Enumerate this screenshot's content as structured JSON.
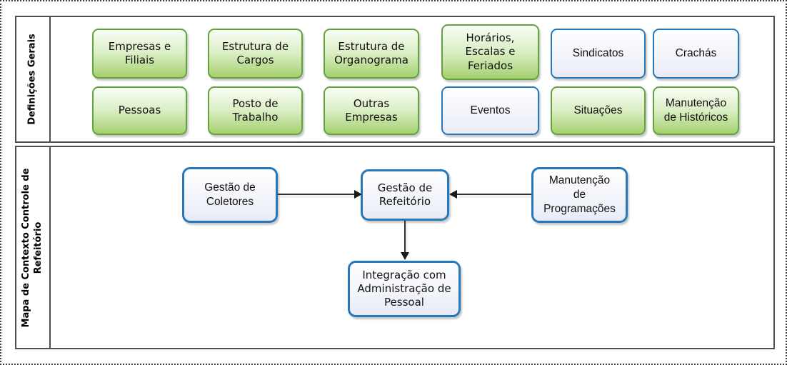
{
  "top_lane": {
    "label": "Definições Gerais",
    "boxes": [
      {
        "id": "empresas-e-filiais",
        "label": "Empresas e\nFiliais",
        "style": "green"
      },
      {
        "id": "estrutura-de-cargos",
        "label": "Estrutura de\nCargos",
        "style": "green"
      },
      {
        "id": "estrutura-de-organograma",
        "label": "Estrutura de\nOrganograma",
        "style": "green"
      },
      {
        "id": "horarios-escalas-feriados",
        "label": "Horários,\nEscalas e\nFeriados",
        "style": "green"
      },
      {
        "id": "sindicatos",
        "label": "Sindicatos",
        "style": "blue"
      },
      {
        "id": "crachas",
        "label": "Crachás",
        "style": "blue"
      },
      {
        "id": "pessoas",
        "label": "Pessoas",
        "style": "green"
      },
      {
        "id": "posto-de-trabalho",
        "label": "Posto de\nTrabalho",
        "style": "green"
      },
      {
        "id": "outras-empresas",
        "label": "Outras\nEmpresas",
        "style": "green"
      },
      {
        "id": "eventos",
        "label": "Eventos",
        "style": "blue"
      },
      {
        "id": "situacoes",
        "label": "Situações",
        "style": "green"
      },
      {
        "id": "manutencao-de-historicos",
        "label": "Manutenção\nde Históricos",
        "style": "green"
      }
    ]
  },
  "bottom_lane": {
    "label": "Mapa de Contexto Controle de\nRefeitório",
    "nodes": [
      {
        "id": "gestao-de-coletores",
        "label": "Gestão de\nColetores",
        "style": "blue"
      },
      {
        "id": "gestao-de-refeitorio",
        "label": "Gestão de\nRefeitório",
        "style": "blue"
      },
      {
        "id": "manutencao-de-programacoes",
        "label": "Manutenção\nde\nProgramações",
        "style": "blue"
      },
      {
        "id": "integracao-administracao-pessoal",
        "label": "Integração com\nAdministração de\nPessoal",
        "style": "blue"
      }
    ],
    "connections": [
      {
        "from": "gestao-de-coletores",
        "to": "gestao-de-refeitorio",
        "direction": "right"
      },
      {
        "from": "manutencao-de-programacoes",
        "to": "gestao-de-refeitorio",
        "direction": "left"
      },
      {
        "from": "gestao-de-refeitorio",
        "to": "integracao-administracao-pessoal",
        "direction": "down"
      }
    ]
  },
  "colors": {
    "green_border": "#61a33c",
    "green_fill_bottom": "#a5d06f",
    "blue_border": "#2678bc",
    "blue_fill_bottom": "#e8ebf6",
    "lane_border": "#4f4f4f",
    "arrow": "#1a1a1a",
    "page_border": "#3f3f3f"
  }
}
